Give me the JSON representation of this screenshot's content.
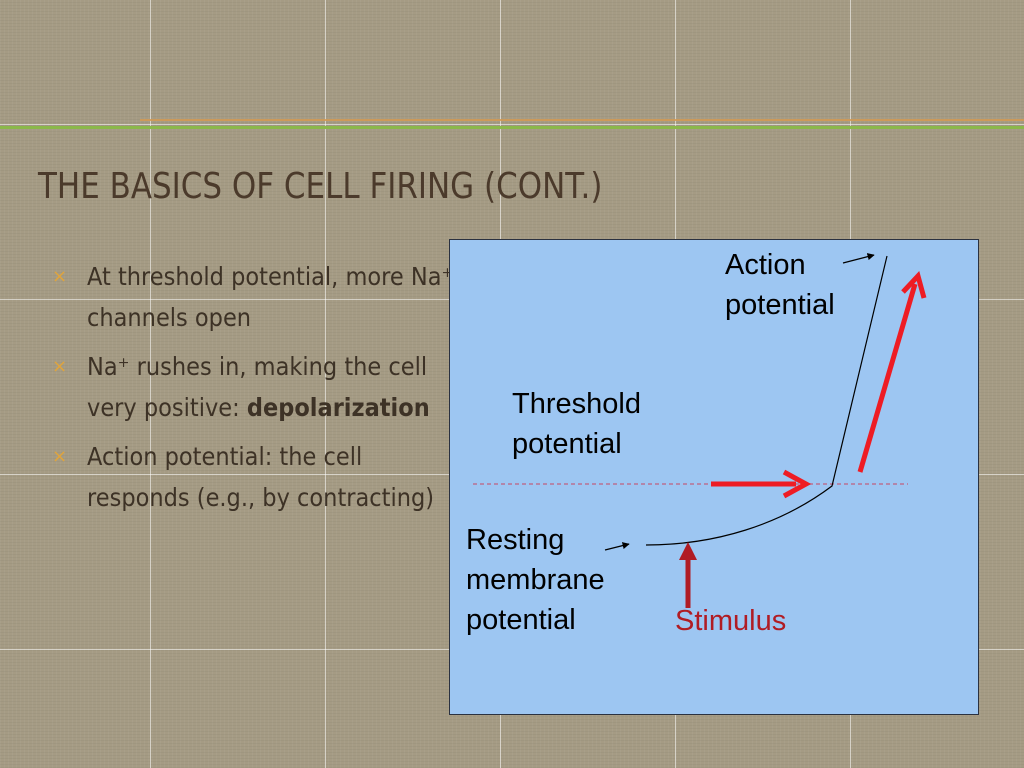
{
  "slide": {
    "title": "The Basics of Cell Firing (cont.)",
    "bullet_marker": "×",
    "bullets": [
      {
        "text": "At threshold potential, more Na⁺ channels open",
        "bold": ""
      },
      {
        "text": "Na⁺ rushes in, making the cell very positive: ",
        "bold": "depolarization"
      },
      {
        "text": "Action potential: the cell responds (e.g., by contracting)",
        "bold": ""
      }
    ]
  },
  "diagram": {
    "labels": {
      "action_potential_1": "Action",
      "action_potential_2": "potential",
      "threshold_1": "Threshold",
      "threshold_2": "potential",
      "resting_1": "Resting",
      "resting_2": "membrane",
      "resting_3": "potential",
      "stimulus": "Stimulus"
    },
    "colors": {
      "background": "#9dc6f2",
      "red_arrow": "#ee1c24",
      "stimulus_arrow": "#b01c24",
      "stimulus_text": "#b01c24",
      "threshold_line": "#c06080"
    }
  },
  "theme": {
    "accent": "#e0a43c",
    "title_color": "#4b3a2b",
    "rule_green": "#8bb84a",
    "rule_orange": "#d49a52"
  }
}
